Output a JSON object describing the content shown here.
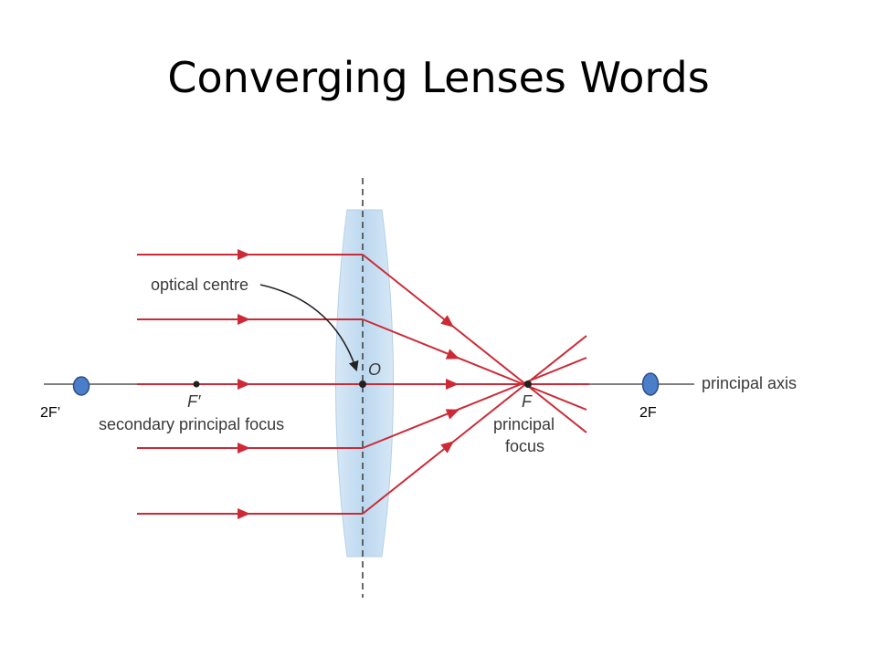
{
  "slide": {
    "title": "Converging Lenses Words"
  },
  "diagram": {
    "labels": {
      "optical_centre": "optical centre",
      "center_point": "O",
      "focus_left": "F′",
      "focus_right": "F",
      "secondary_focus": "secondary principal focus",
      "principal_focus_line1": "principal",
      "principal_focus_line2": "focus",
      "principal_axis": "principal axis"
    },
    "markers": {
      "left": "2F’",
      "right": "2F"
    },
    "colors": {
      "ray": "#cc2a36",
      "lens": "#c6def1",
      "axis": "#555555",
      "marker": "#4a7ec9",
      "marker_stroke": "#2e4e86"
    }
  }
}
